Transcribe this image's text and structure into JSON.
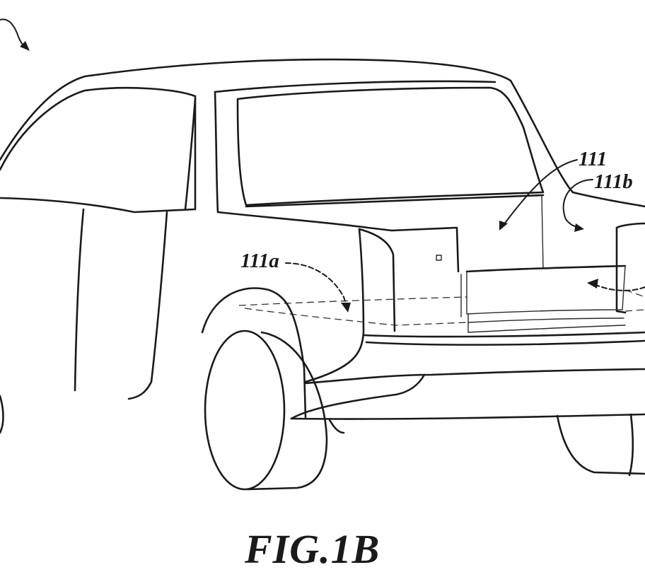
{
  "figure": {
    "caption": "FIG.1B",
    "labels": {
      "ref_111": "111",
      "ref_111b": "111b",
      "ref_111a": "111a"
    }
  }
}
